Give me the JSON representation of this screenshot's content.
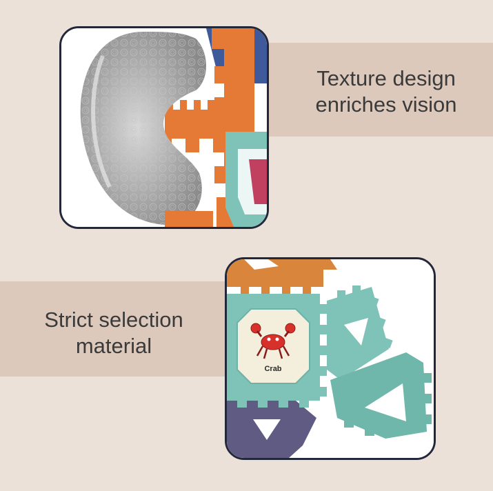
{
  "features": [
    {
      "caption_lines": [
        "Texture design",
        "enriches vision"
      ],
      "image_icon": "textured-donut-block-photo"
    },
    {
      "caption_lines": [
        "Strict selection",
        "material"
      ],
      "image_icon": "gear-blocks-crab-card-photo",
      "card_label": "Crab"
    }
  ],
  "colors": {
    "background": "#ece1d9",
    "band": "#dcc9bc",
    "frame_border": "#22273a",
    "text": "#3a3a3a",
    "orange": "#e47a35",
    "blue": "#3f5a9a",
    "teal": "#7fc3b8",
    "purple": "#5f5b82"
  }
}
